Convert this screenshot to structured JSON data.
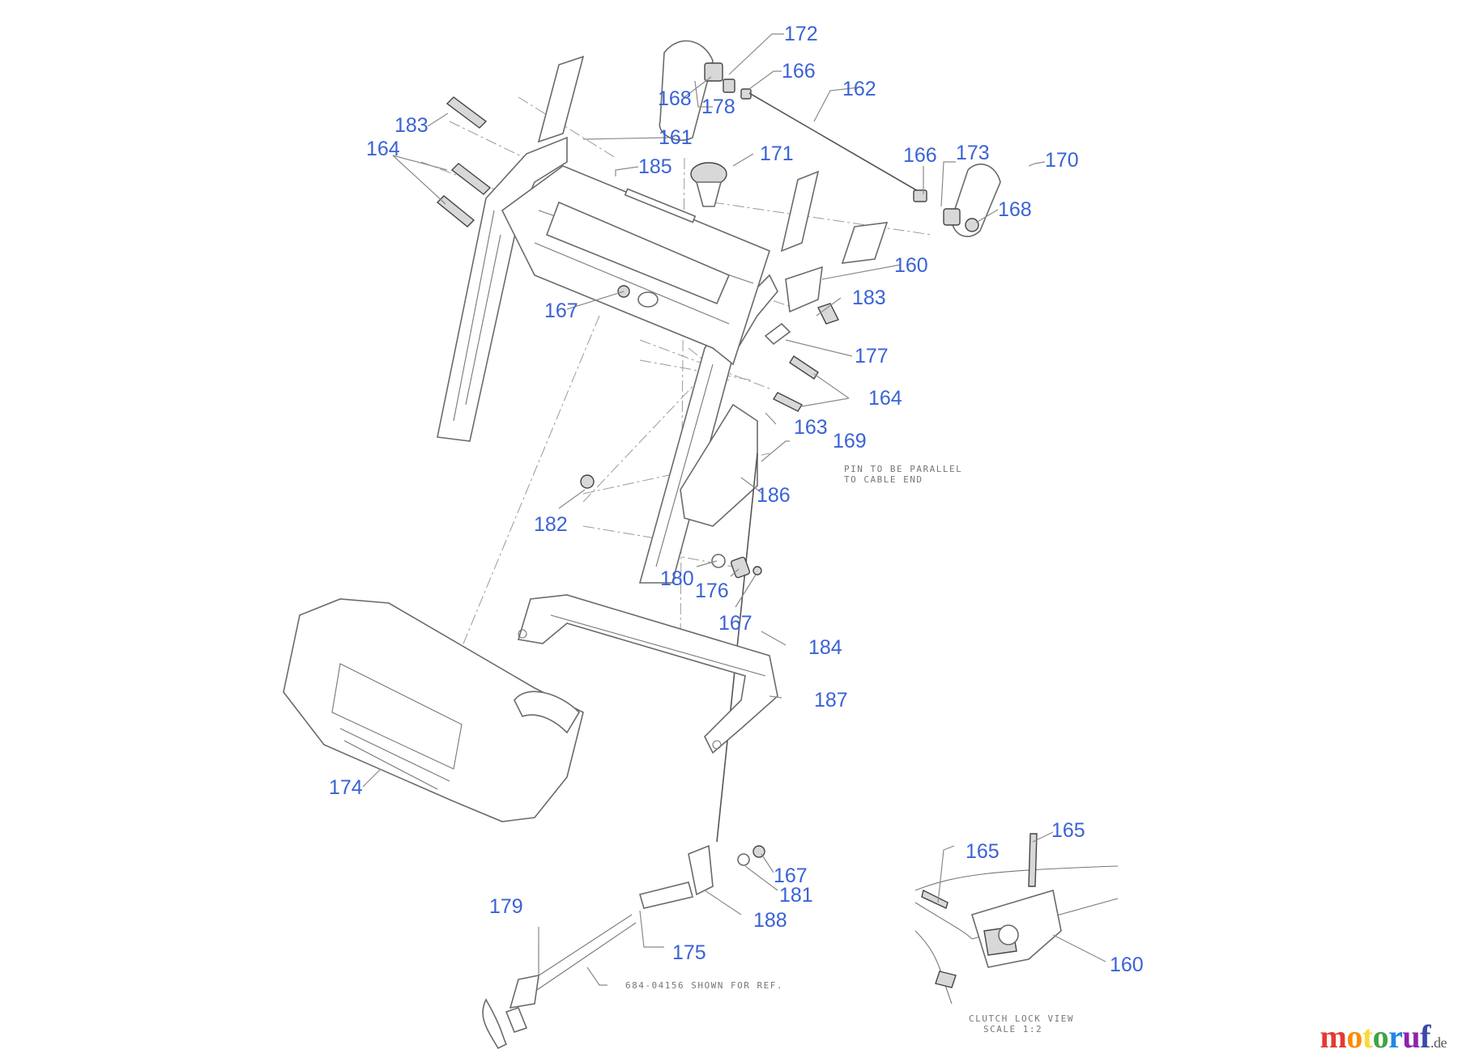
{
  "callouts": [
    {
      "id": "172",
      "label": "172"
    },
    {
      "id": "166a",
      "label": "166"
    },
    {
      "id": "162",
      "label": "162"
    },
    {
      "id": "168a",
      "label": "168"
    },
    {
      "id": "178",
      "label": "178"
    },
    {
      "id": "183a",
      "label": "183"
    },
    {
      "id": "164a",
      "label": "164"
    },
    {
      "id": "161",
      "label": "161"
    },
    {
      "id": "185",
      "label": "185"
    },
    {
      "id": "171",
      "label": "171"
    },
    {
      "id": "166b",
      "label": "166"
    },
    {
      "id": "173",
      "label": "173"
    },
    {
      "id": "170",
      "label": "170"
    },
    {
      "id": "168b",
      "label": "168"
    },
    {
      "id": "160a",
      "label": "160"
    },
    {
      "id": "183b",
      "label": "183"
    },
    {
      "id": "167a",
      "label": "167"
    },
    {
      "id": "177",
      "label": "177"
    },
    {
      "id": "164b",
      "label": "164"
    },
    {
      "id": "163",
      "label": "163"
    },
    {
      "id": "169",
      "label": "169"
    },
    {
      "id": "186",
      "label": "186"
    },
    {
      "id": "182",
      "label": "182"
    },
    {
      "id": "180",
      "label": "180"
    },
    {
      "id": "176",
      "label": "176"
    },
    {
      "id": "167b",
      "label": "167"
    },
    {
      "id": "184",
      "label": "184"
    },
    {
      "id": "187",
      "label": "187"
    },
    {
      "id": "174",
      "label": "174"
    },
    {
      "id": "165a",
      "label": "165"
    },
    {
      "id": "165b",
      "label": "165"
    },
    {
      "id": "167c",
      "label": "167"
    },
    {
      "id": "181",
      "label": "181"
    },
    {
      "id": "188",
      "label": "188"
    },
    {
      "id": "179",
      "label": "179"
    },
    {
      "id": "175",
      "label": "175"
    },
    {
      "id": "160b",
      "label": "160"
    }
  ],
  "notes": {
    "pin_line1": "PIN TO BE PARALLEL",
    "pin_line2": "TO CABLE END",
    "ref": "684-04156 SHOWN FOR REF.",
    "clutch_line1": "CLUTCH LOCK VIEW",
    "clutch_line2": "SCALE 1:2"
  },
  "watermark": {
    "text_main": "motoruf",
    "text_tld": ".de",
    "colors": [
      "#e53935",
      "#fb8c00",
      "#fdd835",
      "#43a047",
      "#1e88e5",
      "#8e24aa",
      "#3949ab"
    ]
  }
}
